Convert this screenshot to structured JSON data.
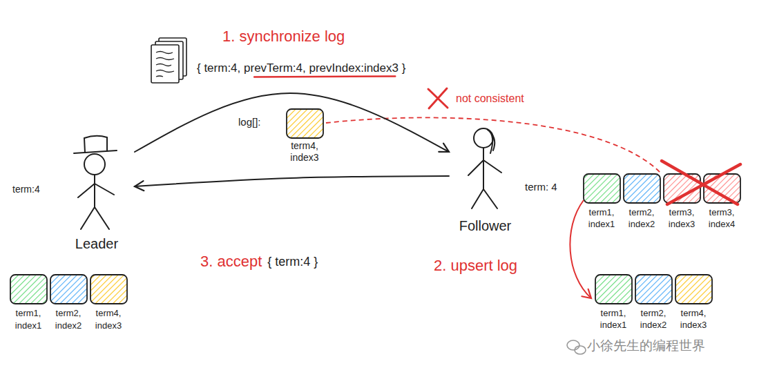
{
  "diagram": {
    "nodes": [
      {
        "text": [
          "Leader"
        ]
      },
      {
        "text": [
          "Follower"
        ]
      }
    ],
    "edges": [
      {
        "from": 0,
        "to": 1,
        "arrow": "to"
      },
      {
        "from": 1,
        "to": 0,
        "arrow": "to"
      }
    ],
    "labels": [
      "1. synchronize log",
      "{ term:4, prevTerm:4, prevIndex:index3 }",
      "not consistent",
      "log[]:",
      "term4,",
      "index3",
      "term:4",
      "term: 4",
      "term1,",
      "term2,",
      "term3,",
      "term3,",
      "index1",
      "index2",
      "index3",
      "index4",
      "2. upsert log",
      "3. accept",
      "{ term:4 }",
      "term1,",
      "term2,",
      "term4,",
      "index1",
      "index2",
      "index3",
      "term1,",
      "term2,",
      "term4,",
      "index1",
      "index2",
      "index3",
      "小徐先生的编程世界"
    ]
  }
}
